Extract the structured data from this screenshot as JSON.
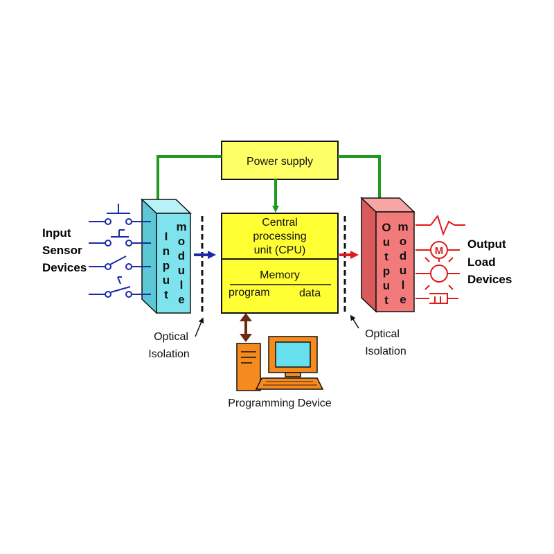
{
  "colors": {
    "green": "#1e9b1e",
    "input_module": "#7fe3ee",
    "output_module": "#f27a7a",
    "cpu": "#ffff33",
    "power": "#ffff66",
    "blue_wire": "#1a2aa8",
    "red_wire": "#e01818",
    "computer": "#f58a1e",
    "brown_arrow": "#6b2a12"
  },
  "icons": [
    "switch-icon",
    "motor-icon",
    "lamp-icon",
    "horn-icon",
    "computer-icon"
  ],
  "power_supply": {
    "label": "Power supply"
  },
  "cpu": {
    "line1": "Central",
    "line2": "processing",
    "line3": "unit (CPU)"
  },
  "memory": {
    "label": "Memory",
    "program": "program",
    "data": "data"
  },
  "input_module": {
    "letters1": "Input",
    "letters2": "module"
  },
  "output_module": {
    "letters1": "Output",
    "letters2": "module"
  },
  "input_devices": {
    "line1": "Input",
    "line2": "Sensor",
    "line3": "Devices"
  },
  "output_devices": {
    "line1": "Output",
    "line2": "Load",
    "line3": "Devices"
  },
  "isolation_left": {
    "line1": "Optical",
    "line2": "Isolation"
  },
  "isolation_right": {
    "line1": "Optical",
    "line2": "Isolation"
  },
  "programming_device": {
    "label": "Programming Device"
  },
  "motor_symbol": {
    "label": "M"
  }
}
